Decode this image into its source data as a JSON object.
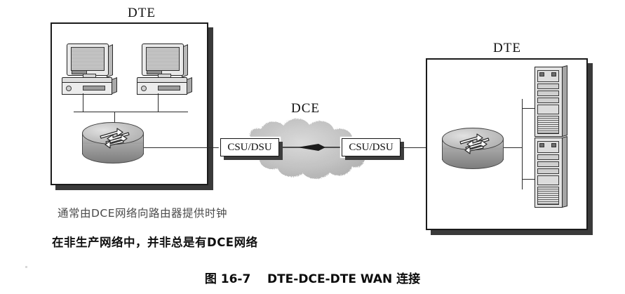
{
  "figure": {
    "background_color": "#ffffff",
    "caption": "图 16-7    DTE-DCE-DTE WAN 连接"
  },
  "labels": {
    "dte_left": "DTE",
    "dte_right": "DTE",
    "dce": "DCE"
  },
  "wan": {
    "csu_left": "CSU/DSU",
    "csu_right": "CSU/DSU",
    "cloud_name": "dce-cloud"
  },
  "notes": {
    "line1": "通常由DCE网络向路由器提供时钟",
    "line2": "在非生产网络中，并非总是有DCE网络"
  },
  "icons": {
    "router_left": "router-icon",
    "router_right": "router-icon",
    "pc1": "desktop-pc-icon",
    "pc2": "desktop-pc-icon",
    "server_top": "server-tower-icon",
    "server_bottom": "server-tower-icon",
    "link_arrow": "arrow-right-icon"
  },
  "colors": {
    "line": "#2a2a2a",
    "box_border": "#1b1b1b",
    "shadow": "#3a3a3a",
    "cloud": "#b9b9b9",
    "text": "#111111"
  }
}
